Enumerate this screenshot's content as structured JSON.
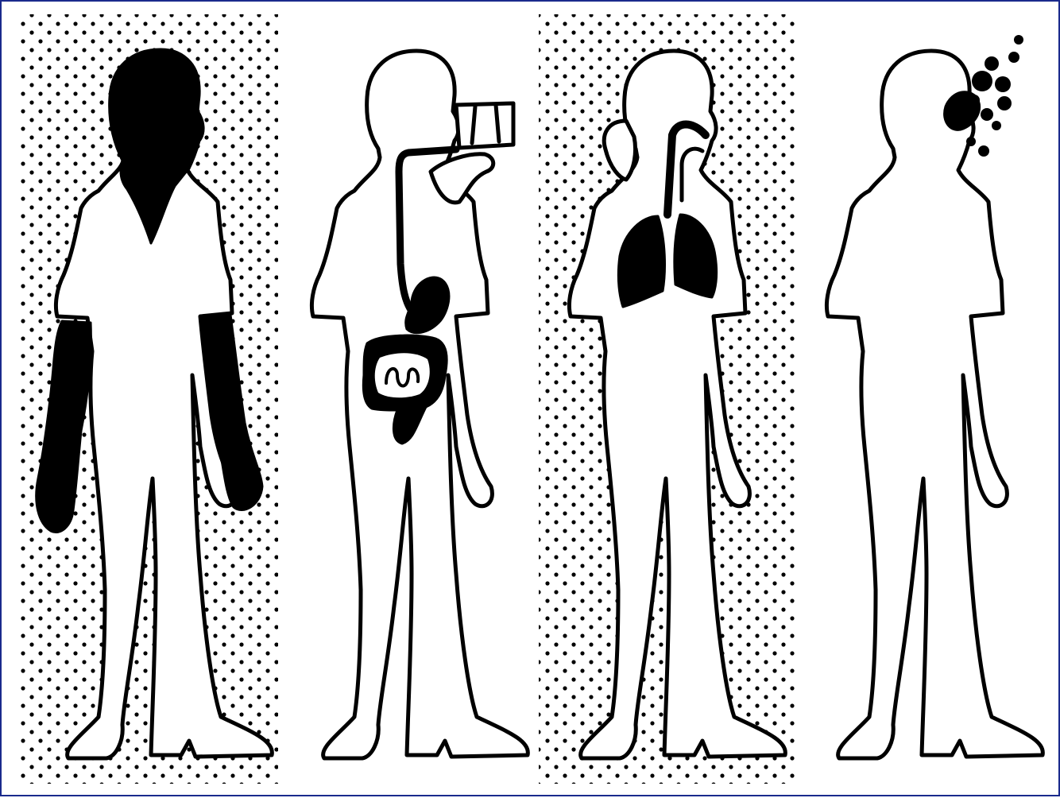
{
  "illustration": {
    "colors": {
      "frame_border": "#1a2a8c",
      "ink": "#000000",
      "paper": "#ffffff"
    },
    "panels": [
      {
        "name": "panel-skin-exposure",
        "highlighted_parts": [
          "head",
          "neck",
          "arms",
          "hands"
        ],
        "dotted_background": true
      },
      {
        "name": "panel-ingestion",
        "highlighted_parts": [
          "esophagus",
          "stomach",
          "intestines"
        ],
        "object": "drinking-container",
        "dotted_background": false
      },
      {
        "name": "panel-inhalation",
        "highlighted_parts": [
          "airway",
          "lungs"
        ],
        "dotted_background": true
      },
      {
        "name": "panel-eye-exposure",
        "highlighted_parts": [
          "eye"
        ],
        "object": "splash-particles",
        "dotted_background": false
      }
    ]
  }
}
